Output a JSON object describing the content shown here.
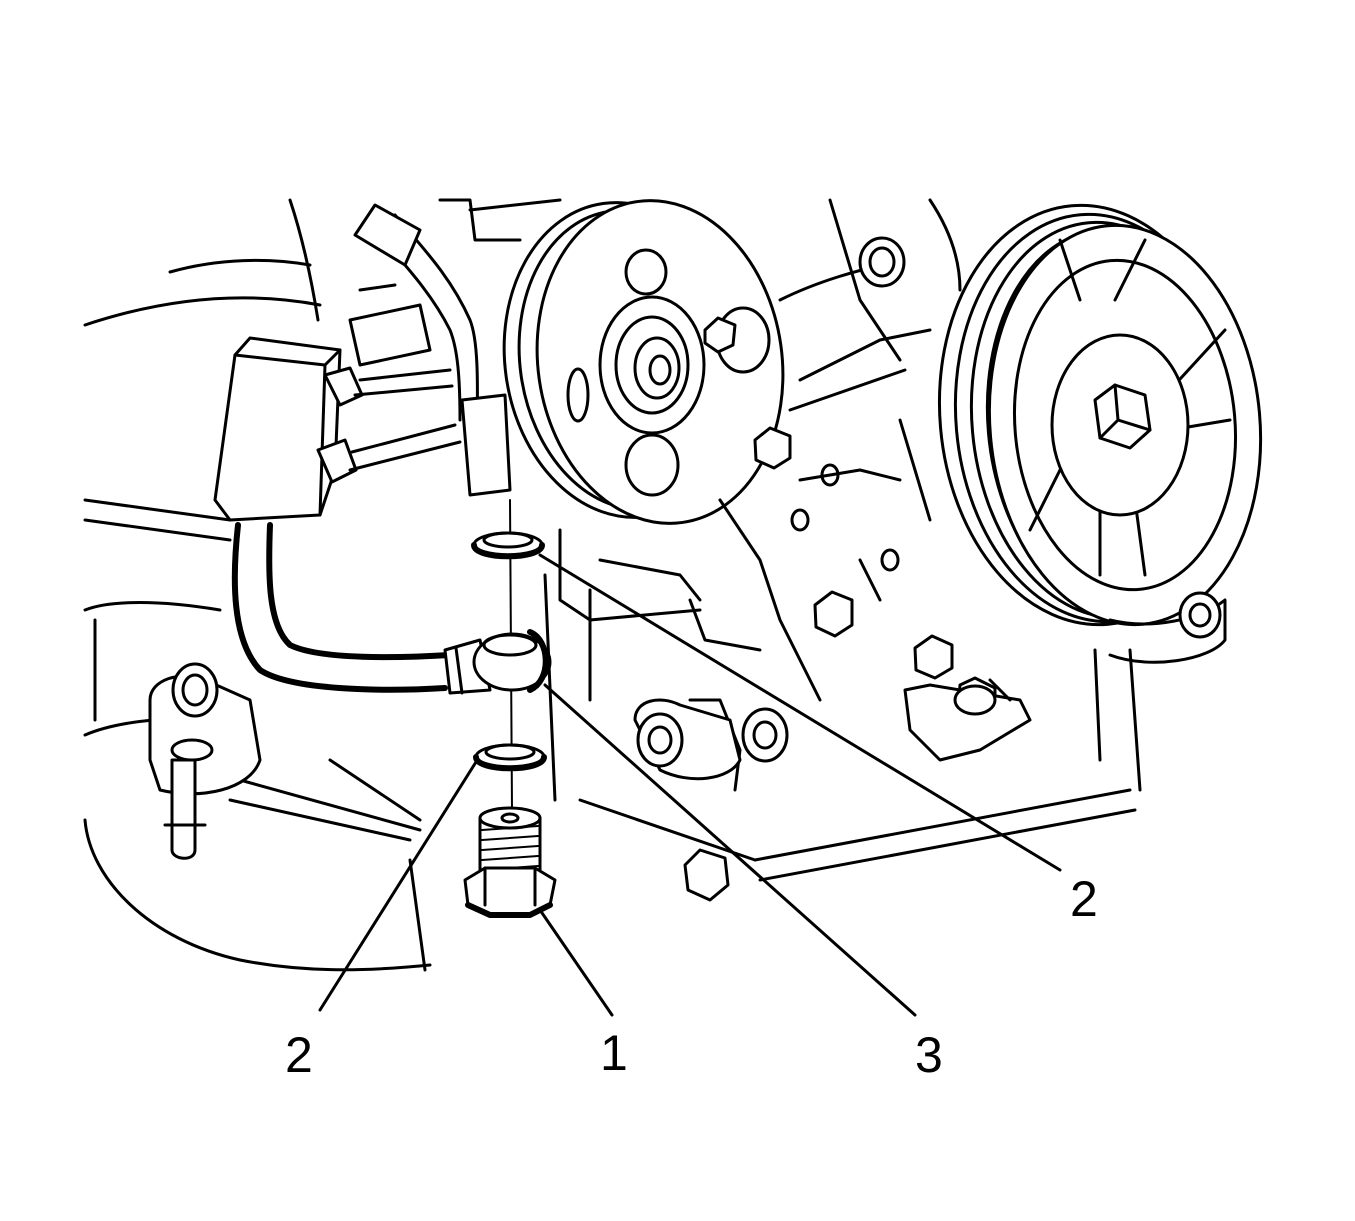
{
  "diagram": {
    "callouts": [
      {
        "id": "c2-right",
        "text": "2"
      },
      {
        "id": "c2-left",
        "text": "2"
      },
      {
        "id": "c1",
        "text": "1"
      },
      {
        "id": "c3",
        "text": "3"
      }
    ]
  }
}
